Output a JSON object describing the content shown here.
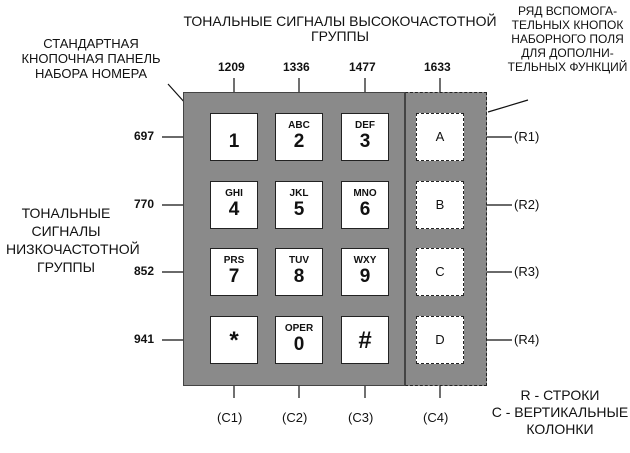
{
  "labels": {
    "high_group": [
      "ТОНАЛЬНЫЕ СИГНАЛЫ ВЫСОКОЧАСТОТНОЙ",
      "ГРУППЫ"
    ],
    "standard_panel": [
      "СТАНДАРТНАЯ",
      "КНОПОЧНАЯ ПАНЕЛЬ",
      "НАБОРА НОМЕРА"
    ],
    "aux_row": [
      "РЯД ВСПОМОГА-",
      "ТЕЛЬНЫХ КНОПОК",
      "НАБОРНОГО ПОЛЯ",
      "ДЛЯ ДОПОЛНИ-",
      "ТЕЛЬНЫХ ФУНКЦИЙ"
    ],
    "low_group": [
      "ТОНАЛЬНЫЕ",
      "СИГНАЛЫ",
      "НИЗКОЧАСТОТНОЙ",
      "ГРУППЫ"
    ],
    "legend": [
      "R - СТРОКИ",
      "C - ВЕРТИКАЛЬНЫЕ",
      "КОЛОНКИ"
    ]
  },
  "col_freqs": [
    "1209",
    "1336",
    "1477",
    "1633"
  ],
  "row_freqs": [
    "697",
    "770",
    "852",
    "941"
  ],
  "row_labels": [
    "(R1)",
    "(R2)",
    "(R3)",
    "(R4)"
  ],
  "col_labels": [
    "(C1)",
    "(C2)",
    "(C3)",
    "(C4)"
  ],
  "keys": [
    [
      {
        "letters": "",
        "digit": "1"
      },
      {
        "letters": "ABC",
        "digit": "2"
      },
      {
        "letters": "DEF",
        "digit": "3"
      },
      {
        "letters": "",
        "digit": "A"
      }
    ],
    [
      {
        "letters": "GHI",
        "digit": "4"
      },
      {
        "letters": "JKL",
        "digit": "5"
      },
      {
        "letters": "MNO",
        "digit": "6"
      },
      {
        "letters": "",
        "digit": "B"
      }
    ],
    [
      {
        "letters": "PRS",
        "digit": "7"
      },
      {
        "letters": "TUV",
        "digit": "8"
      },
      {
        "letters": "WXY",
        "digit": "9"
      },
      {
        "letters": "",
        "digit": "C"
      }
    ],
    [
      {
        "letters": "",
        "digit": "*"
      },
      {
        "letters": "OPER",
        "digit": "0"
      },
      {
        "letters": "",
        "digit": "#"
      },
      {
        "letters": "",
        "digit": "D"
      }
    ]
  ]
}
